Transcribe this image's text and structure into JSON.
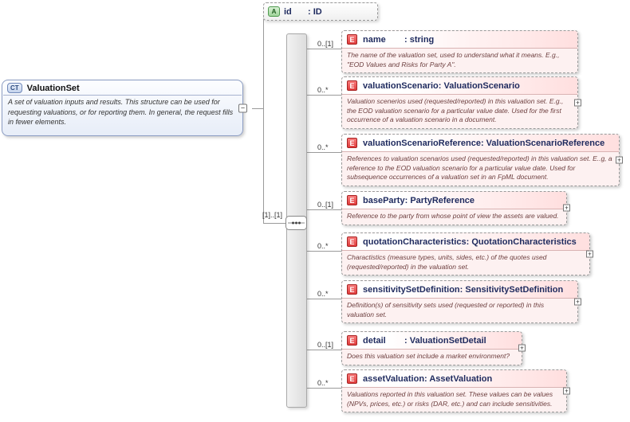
{
  "diagram": {
    "colors": {
      "element_accent": "#e03c3c",
      "attribute_accent": "#4e9a4e",
      "complextype_accent": "#6f87b8",
      "annotation_background": "#fdf1f1"
    },
    "attribute": {
      "icon": "A",
      "name": "id",
      "type": ": ID"
    },
    "root": {
      "icon": "CT",
      "name": "ValuationSet",
      "annotation": "A set of valuation inputs and results. This structure can be used for requesting valuations, or for reporting them. In general, the request fills in fewer elements.",
      "collapse_glyph": "−"
    },
    "sequence": {
      "cardinality": "[1]..[1]"
    },
    "expand_glyph": "+",
    "elements": [
      {
        "icon": "E",
        "name": "name",
        "type": ": string",
        "cardinality": "0..[1]",
        "annotation": "The name of the valuation set, used to understand what it means. E.g., \"EOD Values and Risks for Party A\".",
        "expandable": false
      },
      {
        "icon": "E",
        "name": "valuationScenario",
        "type": ": ValuationScenario",
        "cardinality": "0..*",
        "annotation": "Valuation scenerios used (requested/reported) in this valuation set. E.g., the EOD valuation scenario for a particular value date. Used for the first occurrence of a valuation scenario in a document.",
        "expandable": true
      },
      {
        "icon": "E",
        "name": "valuationScenarioReference",
        "type": ": ValuationScenarioReference",
        "cardinality": "0..*",
        "annotation": "References to valuation scenarios used (requested/reported) in this valuation set. E..g, a reference to the EOD valuation scenario for a particular value date. Used for subsequence occurrences of a valuation set in an FpML document.",
        "expandable": true
      },
      {
        "icon": "E",
        "name": "baseParty",
        "type": ": PartyReference",
        "cardinality": "0..[1]",
        "annotation": "Reference to the party from whose point of view the assets are valued.",
        "expandable": true
      },
      {
        "icon": "E",
        "name": "quotationCharacteristics",
        "type": ": QuotationCharacteristics",
        "cardinality": "0..*",
        "annotation": "Charactistics (measure types, units, sides, etc.) of the quotes used (requested/reported) in the valuation set.",
        "expandable": true
      },
      {
        "icon": "E",
        "name": "sensitivitySetDefinition",
        "type": ": SensitivitySetDefinition",
        "cardinality": "0..*",
        "annotation": "Definition(s) of sensitivity sets used (requested or reported) in this valuation set.",
        "expandable": true
      },
      {
        "icon": "E",
        "name": "detail",
        "type": ": ValuationSetDetail",
        "cardinality": "0..[1]",
        "annotation": "Does this valuation set include a market environment?",
        "expandable": true
      },
      {
        "icon": "E",
        "name": "assetValuation",
        "type": ": AssetValuation",
        "cardinality": "0..*",
        "annotation": "Valuations reported in this valuation set. These values can be values (NPVs, prices, etc.) or risks (DAR, etc.) and can include sensitivities.",
        "expandable": true
      }
    ]
  }
}
